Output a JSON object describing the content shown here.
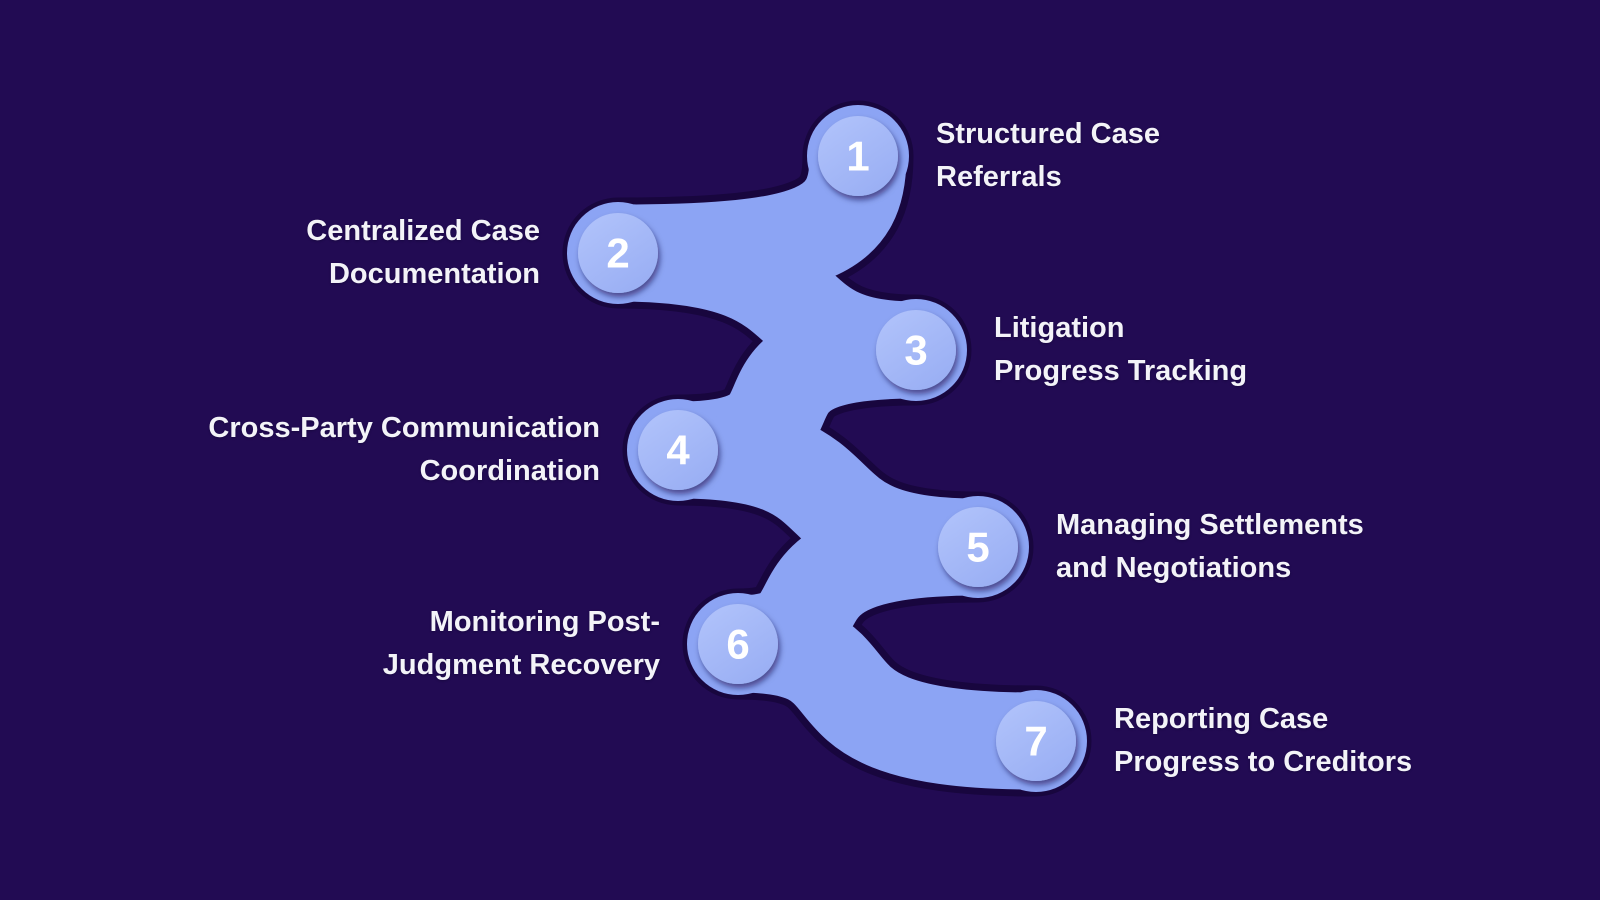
{
  "colors": {
    "bg": "#220B53",
    "ribbon": "#8CA4F4",
    "ribbon-outline": "#18063E",
    "node-top": "#B2C4FB",
    "node-bottom": "#9AAFF4",
    "number-text": "#FFFFFF",
    "label-text": "#F3F3F8"
  },
  "steps": [
    {
      "number": "1",
      "line1": "Structured Case",
      "line2": "Referrals",
      "side": "right"
    },
    {
      "number": "2",
      "line1": "Centralized Case",
      "line2": "Documentation",
      "side": "left"
    },
    {
      "number": "3",
      "line1": "Litigation",
      "line2": "Progress Tracking",
      "side": "right"
    },
    {
      "number": "4",
      "line1": "Cross-Party Communication",
      "line2": "Coordination",
      "side": "left"
    },
    {
      "number": "5",
      "line1": "Managing Settlements",
      "line2": "and Negotiations",
      "side": "right"
    },
    {
      "number": "6",
      "line1": "Monitoring Post-",
      "line2": "Judgment Recovery",
      "side": "left"
    },
    {
      "number": "7",
      "line1": "Reporting Case",
      "line2": "Progress to Creditors",
      "side": "right"
    }
  ]
}
